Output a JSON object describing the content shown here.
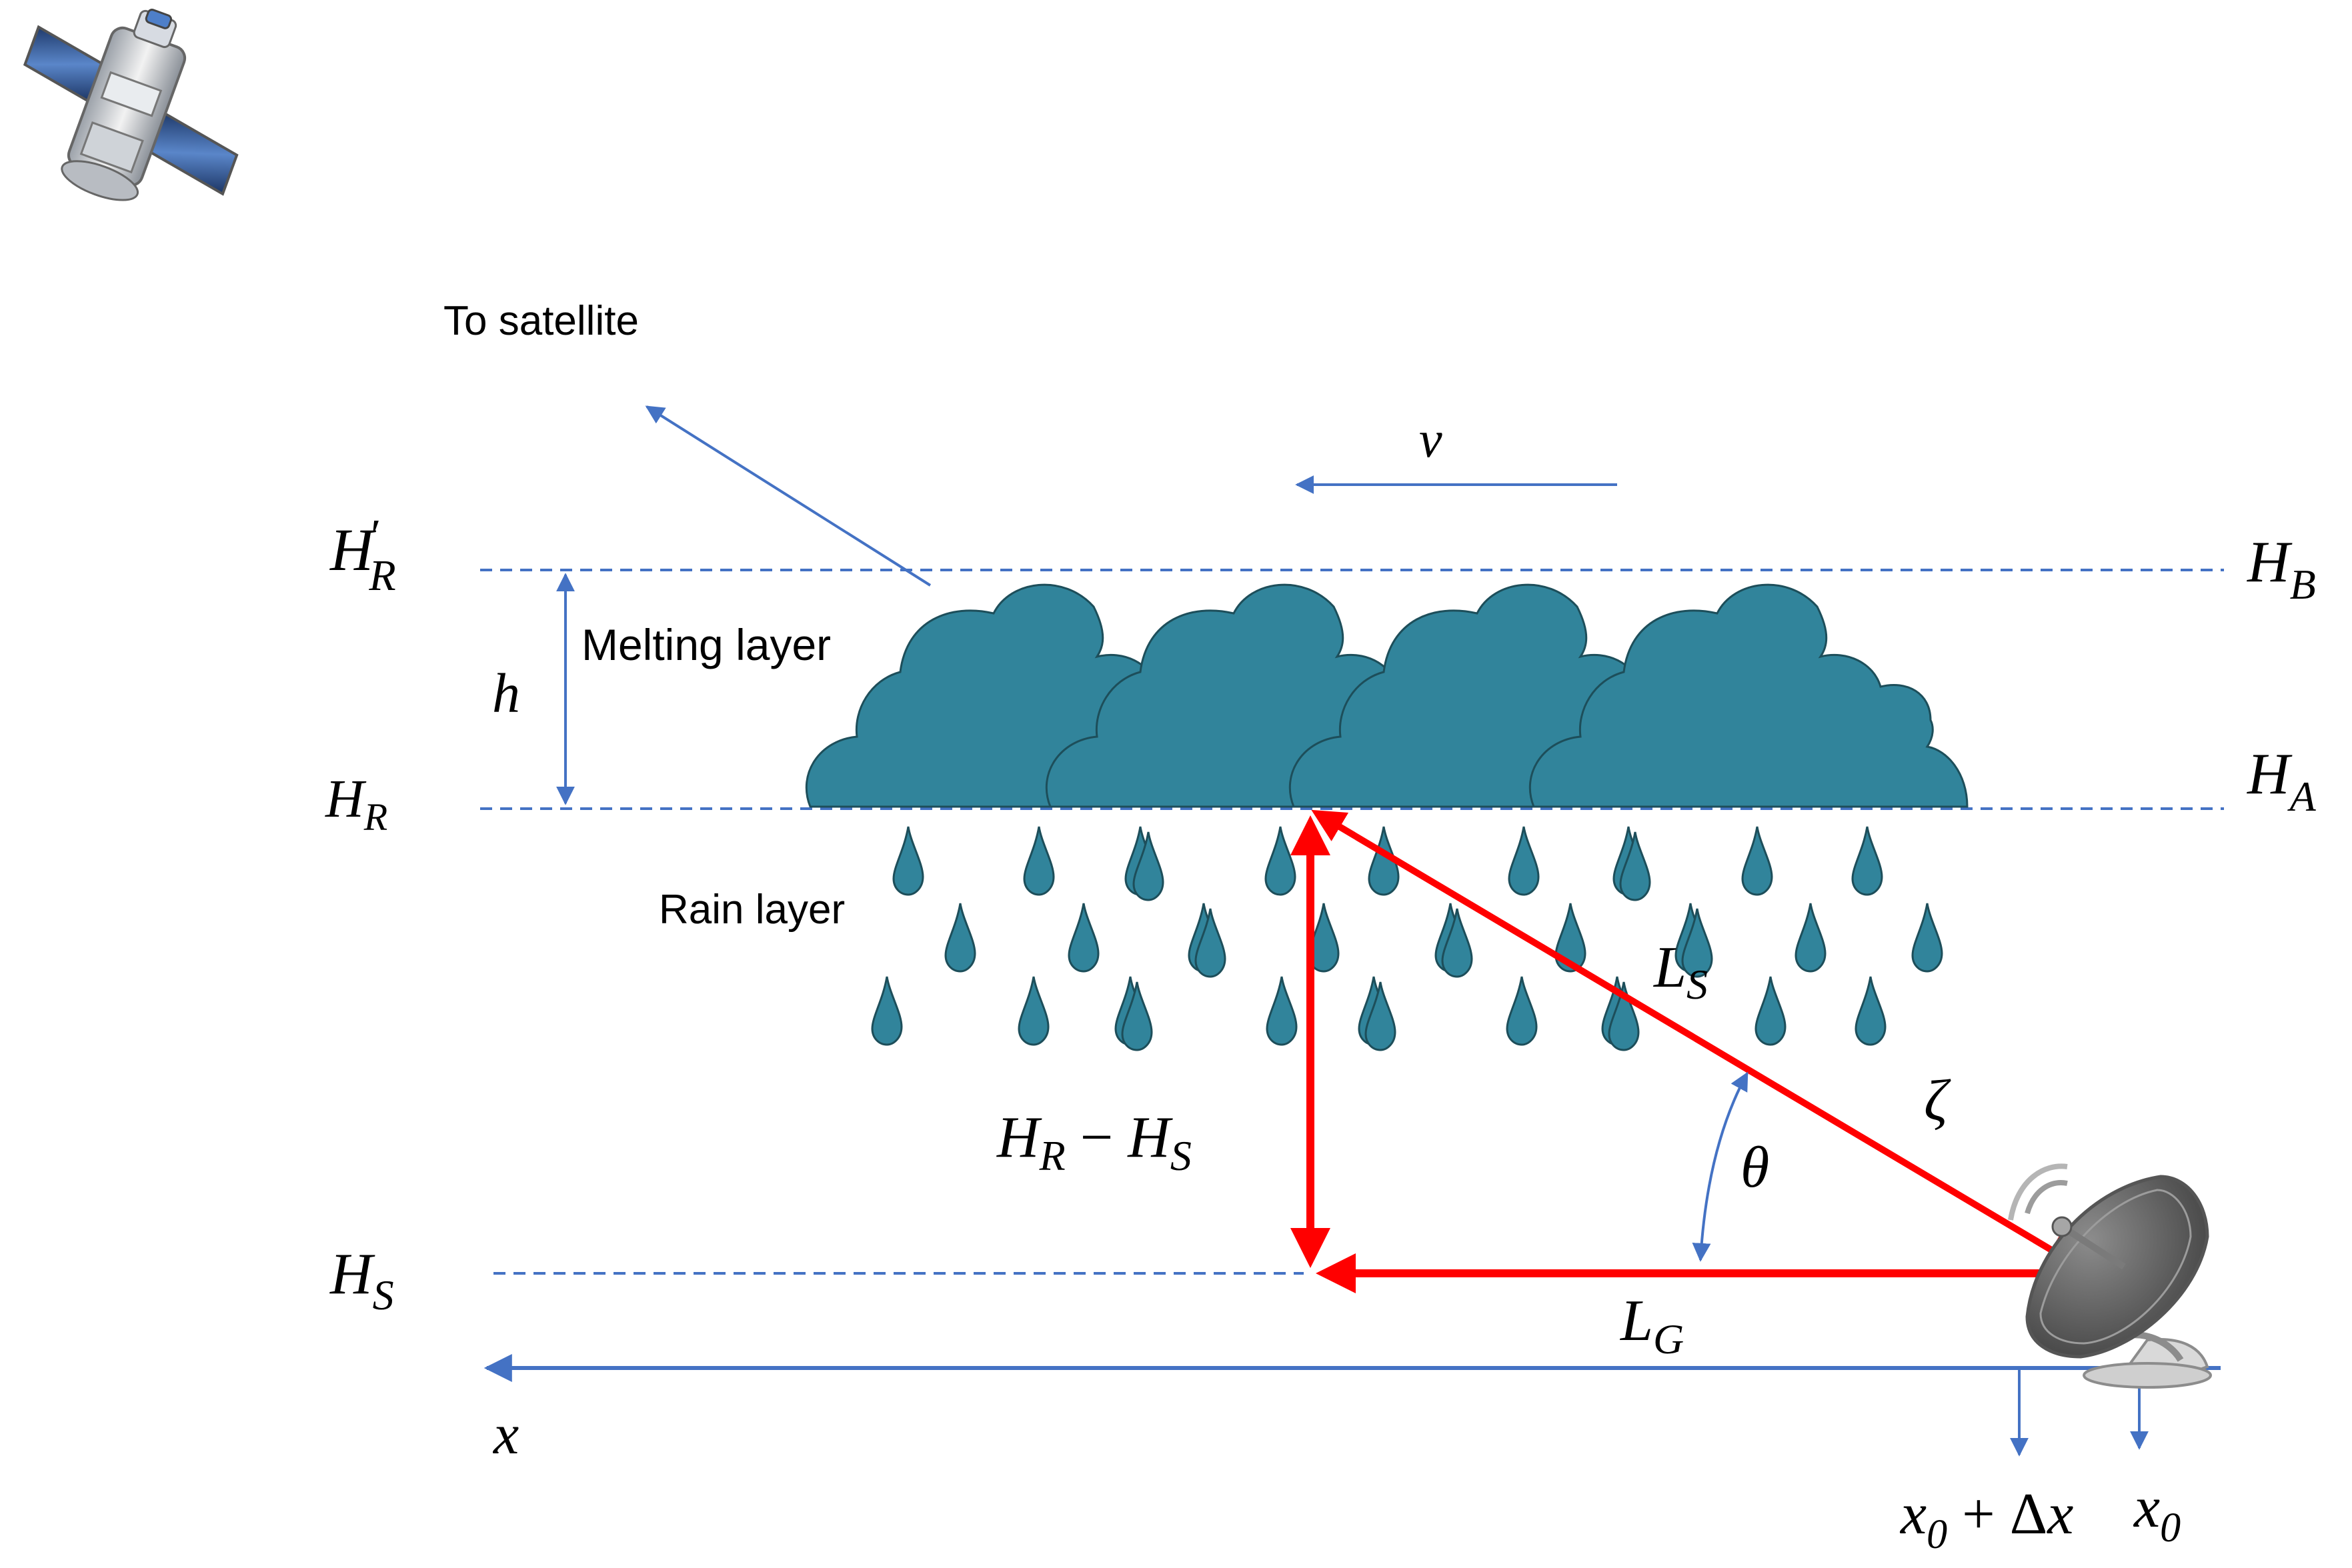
{
  "labels": {
    "to_satellite": "To satellite",
    "melting_layer": "Melting layer",
    "rain_layer": "Rain layer"
  },
  "math": {
    "v": "v",
    "h": "h",
    "H_R_prime_base": "H",
    "H_R_prime_prime": "′",
    "H_R_prime_sub": "R",
    "H_R_base": "H",
    "H_R_sub": "R",
    "H_B_base": "H",
    "H_B_sub": "B",
    "H_A_base": "H",
    "H_A_sub": "A",
    "H_S_base": "H",
    "H_S_sub": "S",
    "HR_minus_HS_a": "H",
    "HR_minus_HS_a_sub": "R",
    "HR_minus_HS_op": " − ",
    "HR_minus_HS_b": "H",
    "HR_minus_HS_b_sub": "S",
    "L_S_base": "L",
    "L_S_sub": "S",
    "L_G_base": "L",
    "L_G_sub": "G",
    "zeta": "ζ",
    "theta": "θ",
    "x": "x",
    "x0_dx_x": "x",
    "x0_dx_sub": "0",
    "x0_dx_plus": " + Δ",
    "x0_dx_x2": "x",
    "x0_base": "x",
    "x0_sub": "0"
  },
  "colors": {
    "blue": "#4472c4",
    "red": "#ff0000",
    "cloud": "#31849b",
    "drop": "#31849b"
  },
  "icons": {
    "satellite": "satellite-icon",
    "dish": "ground-station-dish-icon"
  }
}
